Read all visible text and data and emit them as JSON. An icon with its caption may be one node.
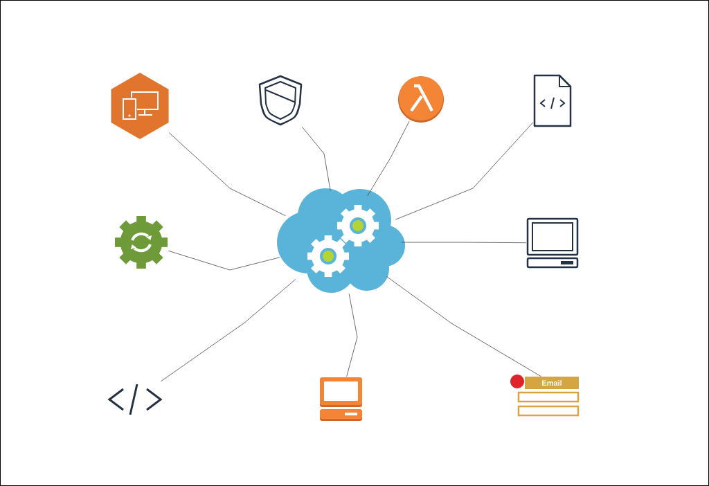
{
  "diagram": {
    "nodes": [
      {
        "text": [],
        "shape": "cloud"
      },
      {
        "text": [],
        "shape": "picture"
      },
      {
        "text": [],
        "shape": "picture"
      },
      {
        "text": [],
        "shape": "picture"
      },
      {
        "text": [],
        "shape": "picture"
      },
      {
        "text": [],
        "shape": "picture"
      },
      {
        "text": [],
        "shape": "picture"
      },
      {
        "text": [],
        "shape": "picture"
      },
      {
        "text": [],
        "shape": "picture"
      },
      {
        "text": [
          "Email"
        ]
      }
    ],
    "edges": [
      {
        "from": 0,
        "to": 1,
        "arrow": "none"
      },
      {
        "from": 0,
        "to": 2,
        "arrow": "none"
      },
      {
        "from": 0,
        "to": 3,
        "arrow": "none"
      },
      {
        "from": 0,
        "to": 4,
        "arrow": "none"
      },
      {
        "from": 0,
        "to": 5,
        "arrow": "none"
      },
      {
        "from": 0,
        "to": 6,
        "arrow": "none"
      },
      {
        "from": 0,
        "to": 7,
        "arrow": "none"
      },
      {
        "from": 0,
        "to": 8,
        "arrow": "none"
      },
      {
        "from": 0,
        "to": 9,
        "arrow": "none"
      }
    ]
  }
}
